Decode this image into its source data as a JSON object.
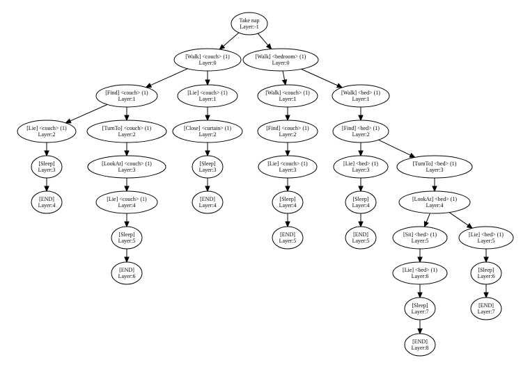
{
  "diagram": {
    "type": "tree",
    "nodes": [
      {
        "id": "n0",
        "action": "Take nap",
        "layer": "Layer:-1"
      },
      {
        "id": "n1",
        "action": "[Walk] <couch> (1)",
        "layer": "Layer:0"
      },
      {
        "id": "n2",
        "action": "[Walk] <bedroom> (1)",
        "layer": "Layer:0"
      },
      {
        "id": "n3",
        "action": "[Find] <couch> (1)",
        "layer": "Layer:1"
      },
      {
        "id": "n4",
        "action": "[Lie] <couch> (1)",
        "layer": "Layer:1"
      },
      {
        "id": "n5",
        "action": "[Walk] <couch> (1)",
        "layer": "Layer:1"
      },
      {
        "id": "n6",
        "action": "[Walk] <bed> (1)",
        "layer": "Layer:1"
      },
      {
        "id": "n7",
        "action": "[Lie] <couch> (1)",
        "layer": "Layer:2"
      },
      {
        "id": "n8",
        "action": "[TurnTo] <couch> (1)",
        "layer": "Layer:2"
      },
      {
        "id": "n9",
        "action": "[Close] <curtain> (1)",
        "layer": "Layer:2"
      },
      {
        "id": "n10",
        "action": "[Find] <couch> (1)",
        "layer": "Layer:2"
      },
      {
        "id": "n11",
        "action": "[Find] <bed> (1)",
        "layer": "Layer:2"
      },
      {
        "id": "n12",
        "action": "[Sleep]",
        "layer": "Layer:3"
      },
      {
        "id": "n13",
        "action": "[LookAt] <couch> (1)",
        "layer": "Layer:3"
      },
      {
        "id": "n14",
        "action": "[Sleep]",
        "layer": "Layer:3"
      },
      {
        "id": "n15",
        "action": "[Lie] <couch> (1)",
        "layer": "Layer:3"
      },
      {
        "id": "n16",
        "action": "[Lie] <bed> (1)",
        "layer": "Layer:3"
      },
      {
        "id": "n17",
        "action": "[TurnTo] <bed> (1)",
        "layer": "Layer:3"
      },
      {
        "id": "n18",
        "action": "[END]",
        "layer": "Layer:4"
      },
      {
        "id": "n19",
        "action": "[Lie] <couch> (1)",
        "layer": "Layer:4"
      },
      {
        "id": "n20",
        "action": "[END]",
        "layer": "Layer:4"
      },
      {
        "id": "n21",
        "action": "[Sleep]",
        "layer": "Layer:4"
      },
      {
        "id": "n22",
        "action": "[Sleep]",
        "layer": "Layer:4"
      },
      {
        "id": "n23",
        "action": "[LookAt] <bed> (1)",
        "layer": "Layer:4"
      },
      {
        "id": "n24",
        "action": "[Sleep]",
        "layer": "Layer:5"
      },
      {
        "id": "n25",
        "action": "[END]",
        "layer": "Layer:5"
      },
      {
        "id": "n26",
        "action": "[END]",
        "layer": "Layer:5"
      },
      {
        "id": "n27",
        "action": "[Sit] <bed> (1)",
        "layer": "Layer:5"
      },
      {
        "id": "n28",
        "action": "[Lie] <bed> (1)",
        "layer": "Layer:5"
      },
      {
        "id": "n29",
        "action": "[END]",
        "layer": "Layer:6"
      },
      {
        "id": "n30",
        "action": "[Lie] <bed> (1)",
        "layer": "Layer:6"
      },
      {
        "id": "n31",
        "action": "[Sleep]",
        "layer": "Layer:6"
      },
      {
        "id": "n32",
        "action": "[Sleep]",
        "layer": "Layer:7"
      },
      {
        "id": "n33",
        "action": "[END]",
        "layer": "Layer:7"
      },
      {
        "id": "n34",
        "action": "[END]",
        "layer": "Layer:8"
      }
    ],
    "edges": [
      [
        "n0",
        "n1"
      ],
      [
        "n0",
        "n2"
      ],
      [
        "n1",
        "n3"
      ],
      [
        "n1",
        "n4"
      ],
      [
        "n2",
        "n5"
      ],
      [
        "n2",
        "n6"
      ],
      [
        "n3",
        "n7"
      ],
      [
        "n3",
        "n8"
      ],
      [
        "n4",
        "n9"
      ],
      [
        "n5",
        "n10"
      ],
      [
        "n6",
        "n11"
      ],
      [
        "n7",
        "n12"
      ],
      [
        "n12",
        "n18"
      ],
      [
        "n8",
        "n13"
      ],
      [
        "n13",
        "n19"
      ],
      [
        "n19",
        "n24"
      ],
      [
        "n24",
        "n29"
      ],
      [
        "n9",
        "n14"
      ],
      [
        "n14",
        "n20"
      ],
      [
        "n10",
        "n15"
      ],
      [
        "n15",
        "n21"
      ],
      [
        "n21",
        "n25"
      ],
      [
        "n11",
        "n16"
      ],
      [
        "n11",
        "n17"
      ],
      [
        "n16",
        "n22"
      ],
      [
        "n22",
        "n26"
      ],
      [
        "n17",
        "n23"
      ],
      [
        "n23",
        "n27"
      ],
      [
        "n23",
        "n28"
      ],
      [
        "n27",
        "n30"
      ],
      [
        "n30",
        "n32"
      ],
      [
        "n32",
        "n34"
      ],
      [
        "n28",
        "n31"
      ],
      [
        "n31",
        "n33"
      ]
    ]
  }
}
